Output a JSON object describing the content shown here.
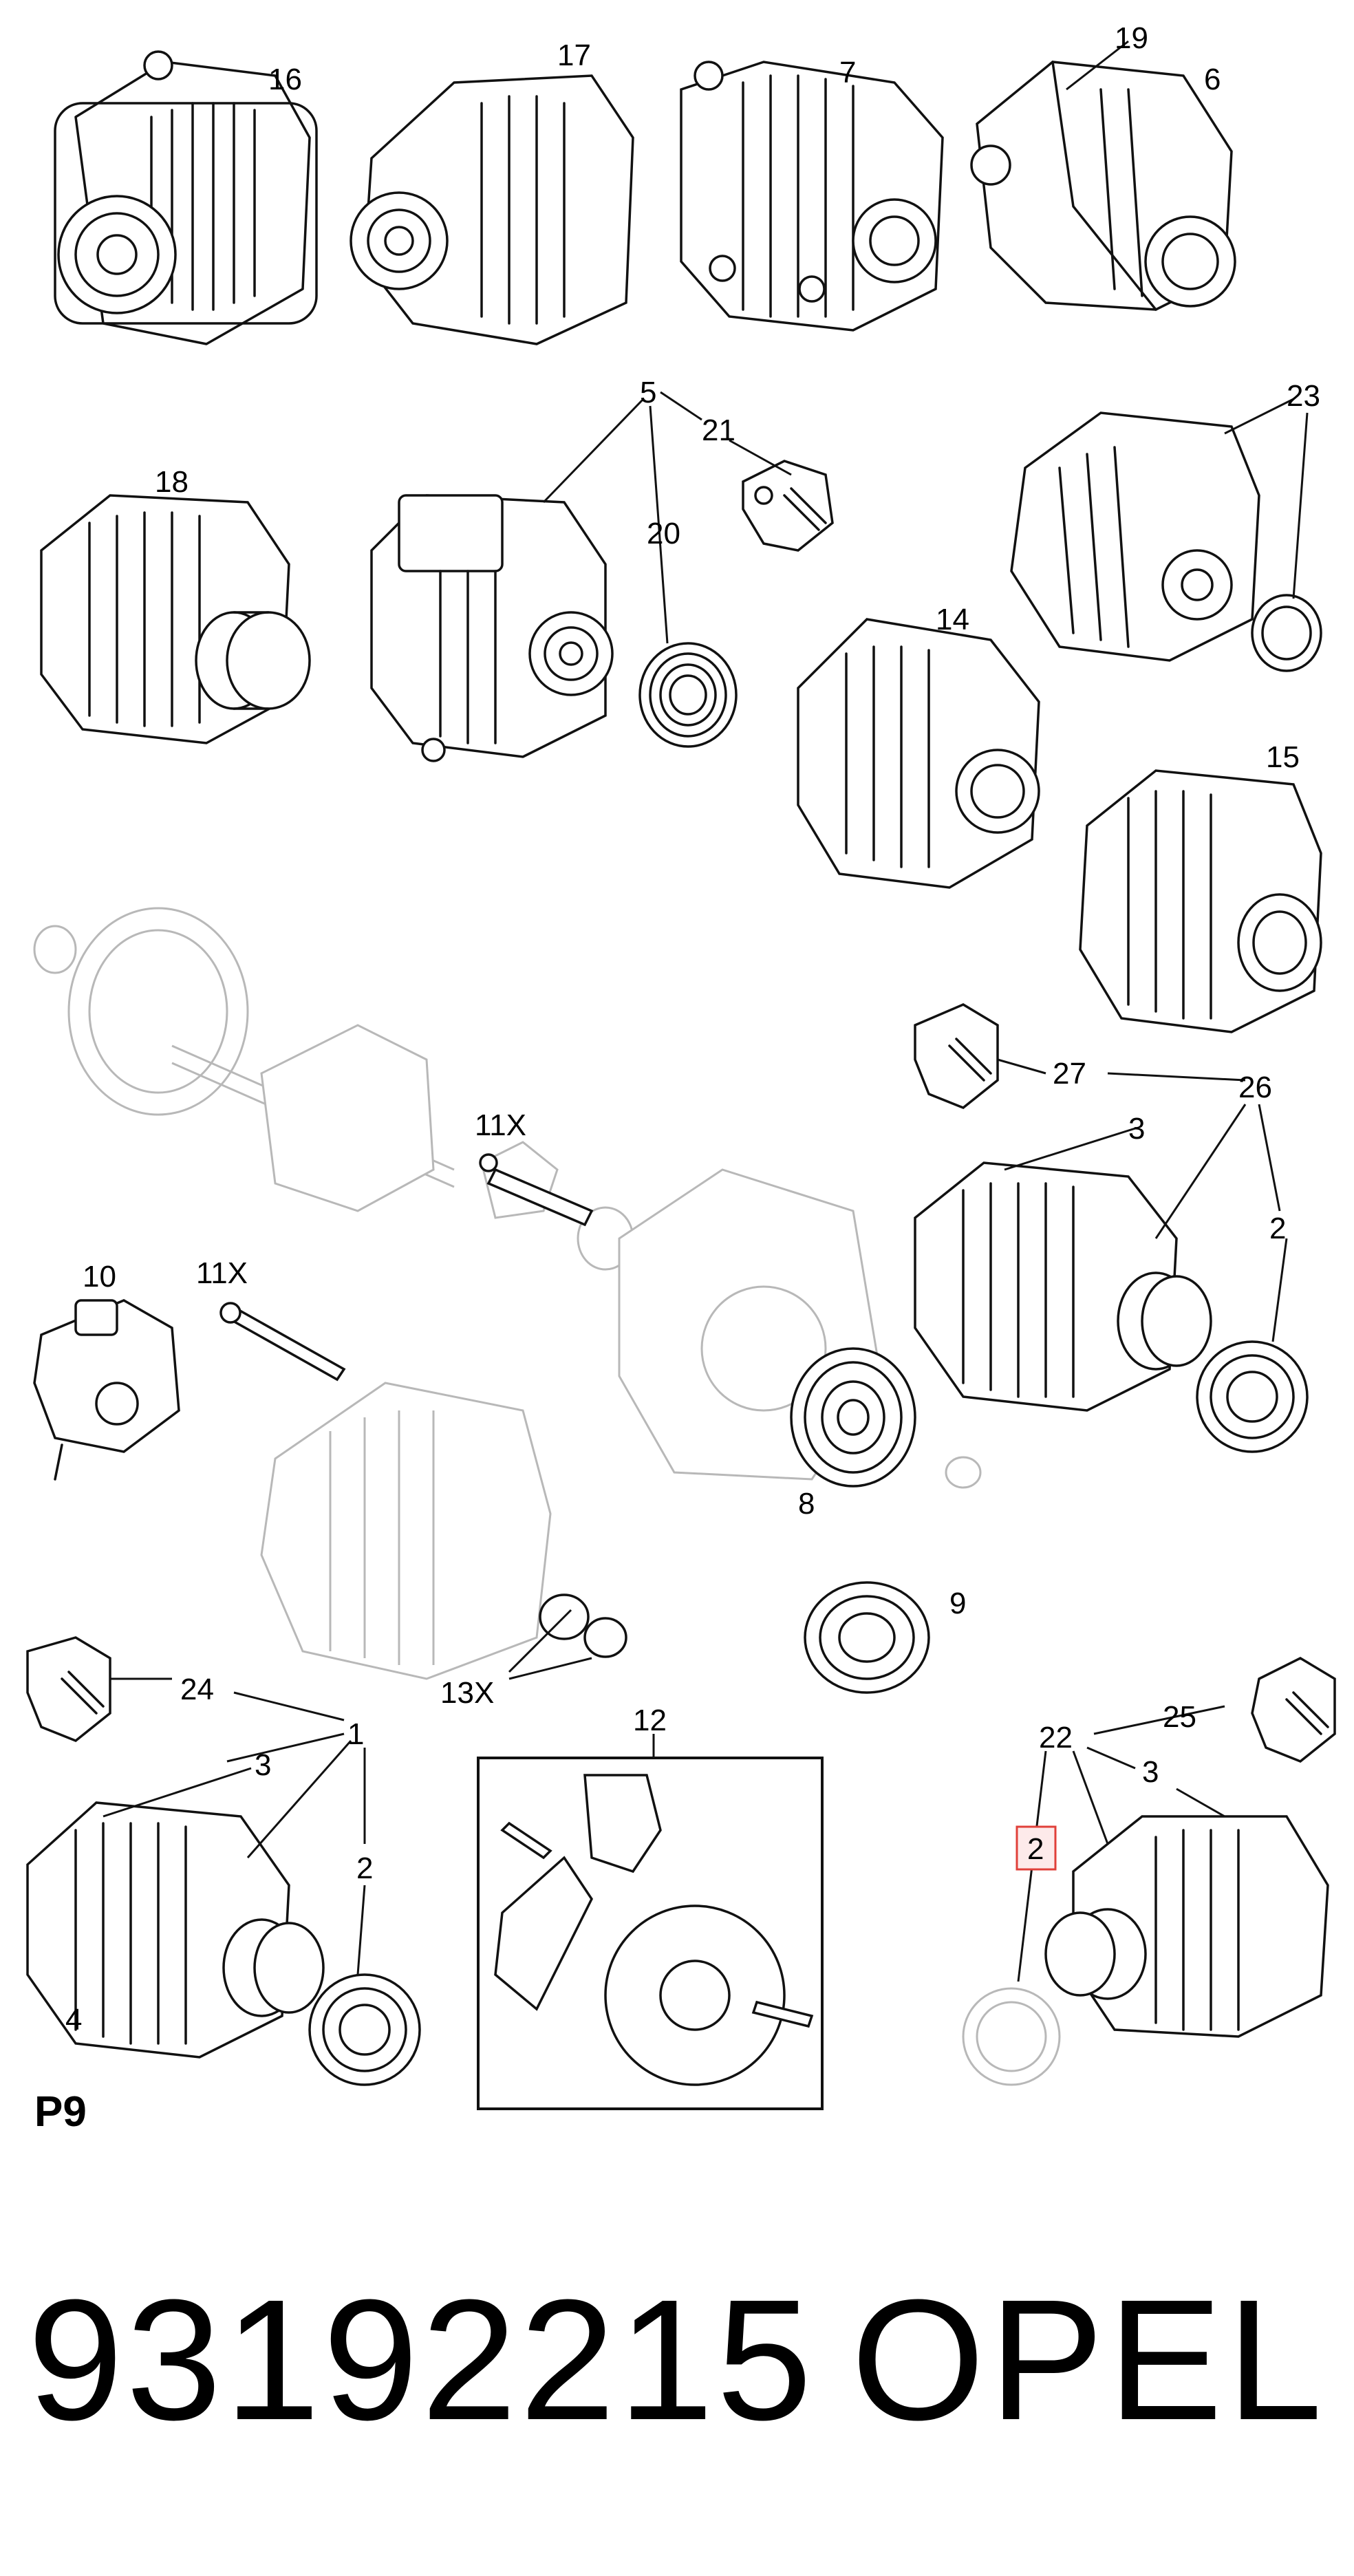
{
  "callouts": {
    "c16": "16",
    "c17": "17",
    "c7": "7",
    "c19": "19",
    "c6": "6",
    "c5": "5",
    "c21": "21",
    "c23": "23",
    "c18": "18",
    "c20": "20",
    "c14": "14",
    "c15": "15",
    "c27": "27",
    "c26": "26",
    "c3a": "3",
    "c2a": "2",
    "c11xa": "11X",
    "c10": "10",
    "c11xb": "11X",
    "c8": "8",
    "c9": "9",
    "c13x": "13X",
    "c24": "24",
    "c1": "1",
    "c12": "12",
    "c22": "22",
    "c25": "25",
    "c3b": "3",
    "c3c": "3",
    "c2b": "2",
    "c2c": "2",
    "c4": "4"
  },
  "sheet_label": "P9",
  "highlight_color": "#e0403a",
  "part_number": "93192215",
  "brand": "OPEL"
}
